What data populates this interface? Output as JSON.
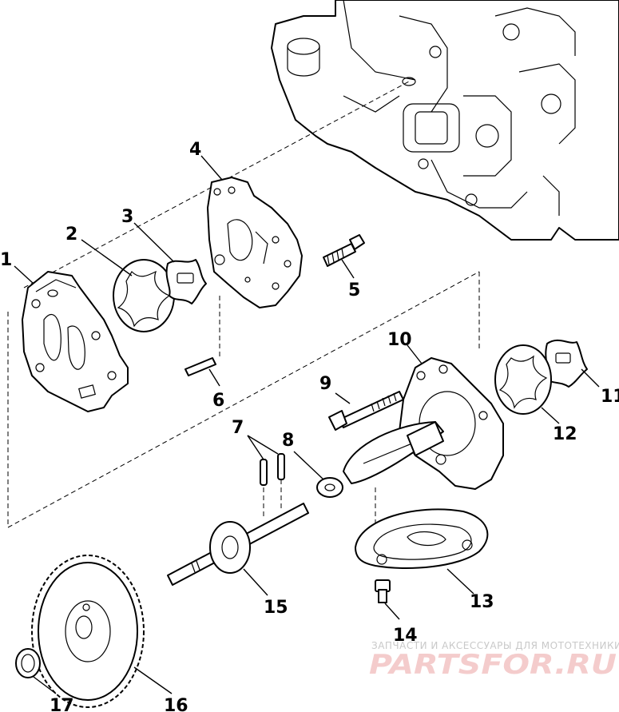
{
  "callouts": [
    {
      "id": "1",
      "text": "1"
    },
    {
      "id": "2",
      "text": "2"
    },
    {
      "id": "3",
      "text": "3"
    },
    {
      "id": "4",
      "text": "4"
    },
    {
      "id": "5",
      "text": "5"
    },
    {
      "id": "6",
      "text": "6"
    },
    {
      "id": "7",
      "text": "7"
    },
    {
      "id": "8",
      "text": "8"
    },
    {
      "id": "9",
      "text": "9"
    },
    {
      "id": "10",
      "text": "10"
    },
    {
      "id": "11",
      "text": "11"
    },
    {
      "id": "12",
      "text": "12"
    },
    {
      "id": "13",
      "text": "13"
    },
    {
      "id": "14",
      "text": "14"
    },
    {
      "id": "15",
      "text": "15"
    },
    {
      "id": "16",
      "text": "16"
    },
    {
      "id": "17",
      "text": "17"
    }
  ],
  "watermark": {
    "tagline": "ЗАПЧАСТИ И АКСЕССУАРЫ ДЛЯ МОТОТЕХНИКИ",
    "logo": "PARTSFOR.RU",
    "color": "#e8a0a0"
  }
}
